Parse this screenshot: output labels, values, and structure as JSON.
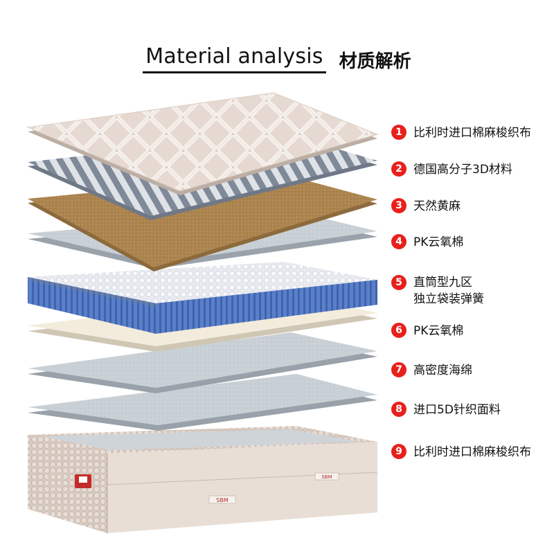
{
  "title": {
    "en": "Material analysis",
    "cn": "材质解析"
  },
  "layers": [
    {
      "num": "1",
      "label": "比利时进口棉麻梭织布"
    },
    {
      "num": "2",
      "label": "德国高分子3D材料"
    },
    {
      "num": "3",
      "label": "天然黄麻"
    },
    {
      "num": "4",
      "label": "PK云氧棉"
    },
    {
      "num": "5",
      "label_line1": "直筒型九区",
      "label_line2": "独立袋装弹簧"
    },
    {
      "num": "6",
      "label": "PK云氧棉"
    },
    {
      "num": "7",
      "label": "高密度海绵"
    },
    {
      "num": "8",
      "label": "进口5D针织面料"
    },
    {
      "num": "9",
      "label": "比利时进口棉麻梭织布"
    }
  ],
  "brand": {
    "logo_text": "SBM"
  },
  "colors": {
    "badge": "#e8201c",
    "quilt": "#e9ddd6",
    "mesh_light": "#d9dde2",
    "mesh_dark": "#7d8795",
    "jute": "#ae8650",
    "foam_grey": "#c9cfd4",
    "springs": "#4a6fb8",
    "latex_cream": "#f1ead8"
  }
}
